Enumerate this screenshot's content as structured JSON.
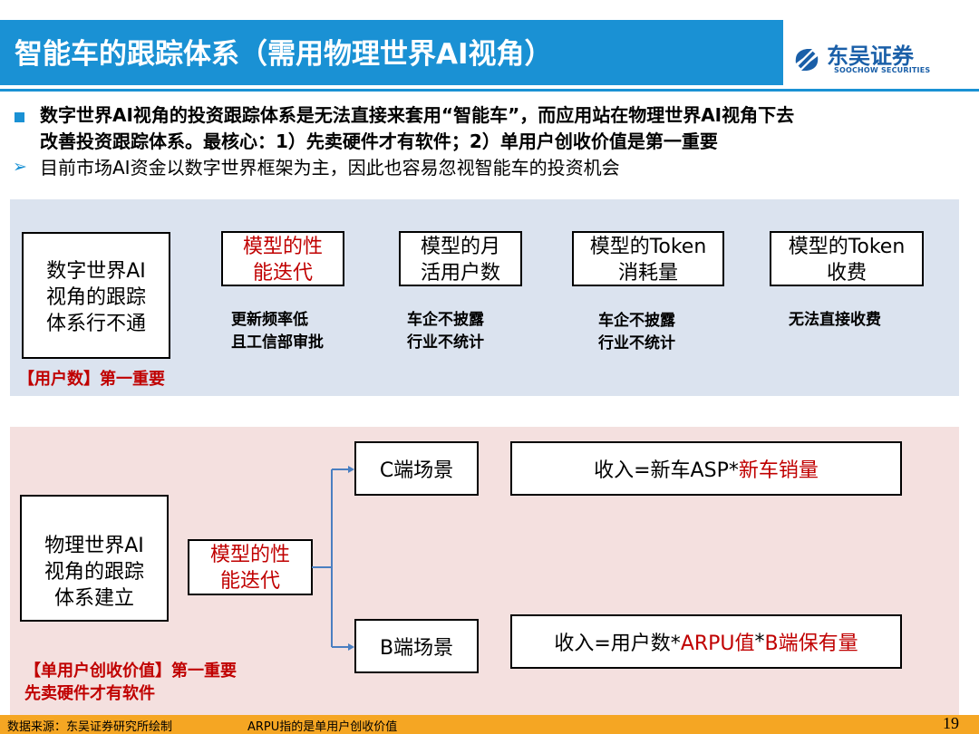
{
  "header": {
    "title": "智能车的跟踪体系（需用物理世界AI视角）",
    "logo_cn": "东吴证券",
    "logo_en": "SOOCHOW SECURITIES"
  },
  "bullets": {
    "main_line1": "数字世界AI视角的投资跟踪体系是无法直接来套用“智能车”，而应用站在物理世界AI视角下去",
    "main_line2": "改善投资跟踪体系。最核心：1）先卖硬件才有软件；2）单用户创收价值是第一重要",
    "sub": "目前市场AI资金以数字世界框架为主，因此也容易忽视智能车的投资机会"
  },
  "top_panel": {
    "left_box": [
      "数字世界AI",
      "视角的跟踪",
      "体系行不通"
    ],
    "metrics": [
      {
        "line1": "模型的性",
        "line2": "能迭代",
        "note1": "更新频率低",
        "note2": "且工信部审批",
        "highlight": true
      },
      {
        "line1": "模型的月",
        "line2": "活用户数",
        "note1": "车企不披露",
        "note2": "行业不统计",
        "highlight": false
      },
      {
        "line1": "模型的Token",
        "line2": "消耗量",
        "note1": "车企不披露",
        "note2": "行业不统计",
        "highlight": false
      },
      {
        "line1": "模型的Token",
        "line2": "收费",
        "note1": "无法直接收费",
        "note2": "",
        "highlight": false
      }
    ],
    "conclusion": "【用户数】第一重要"
  },
  "bottom_panel": {
    "left_box": [
      "物理世界AI",
      "视角的跟踪",
      "体系建立"
    ],
    "middle_box": [
      "模型的性",
      "能迭代"
    ],
    "c_scene": "C端场景",
    "b_scene": "B端场景",
    "c_formula_prefix": "收入=新车ASP*",
    "c_formula_red": "新车销量",
    "b_formula_prefix": "收入=用户数*",
    "b_formula_red1": "ARPU值",
    "b_formula_mid": "*",
    "b_formula_red2": "B端保有量",
    "conclusion1": "【单用户创收价值】第一重要",
    "conclusion2": "先卖硬件才有软件"
  },
  "footer": {
    "source": "数据来源：东吴证券研究所绘制",
    "note": "ARPU指的是单用户创收价值",
    "page": "19"
  },
  "colors": {
    "accent_blue": "#1a91d4",
    "highlight_red": "#c00000",
    "footer_orange": "#f5a623",
    "top_panel_bg": "#dbe3ef",
    "bottom_panel_bg": "#f4e0df"
  }
}
